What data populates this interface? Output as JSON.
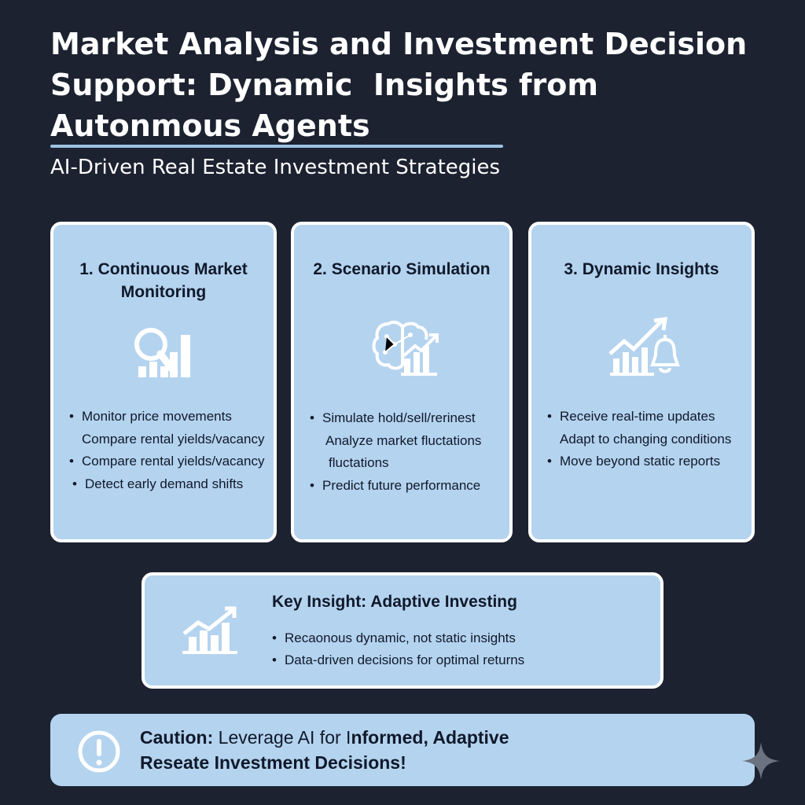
{
  "header": {
    "title_line1": "Market Analysis and Investment Decision",
    "title_line2": "Support: Dynamic  Insights from",
    "title_line3": "Autonmous Agents",
    "subtitle": "AI-Driven Real Estate Investment Strategies"
  },
  "cards": [
    {
      "title_line1": "1. Continuous Market",
      "title_line2": "Monitoring",
      "icon": "magnifier-bar-chart-icon",
      "bullets": [
        "Monitor price movements",
        "Compare rental yields/vacancy",
        "Compare rental yields/vacancy",
        "Detect early demand shifts"
      ]
    },
    {
      "title_line1": "2. Scenario Simulation",
      "icon": "brain-chart-icon",
      "bullets": [
        "Simulate hold/sell/rerinest",
        "Analyze market fluctations",
        "fluctations",
        "Predict future performance"
      ]
    },
    {
      "title_line1": "3. Dynamic Insights",
      "icon": "trend-chart-bell-icon",
      "bullets": [
        "Receive real-time updates",
        "Adapt to changing conditions",
        "Move beyond static reports"
      ]
    }
  ],
  "insight": {
    "title": "Key Insight: Adaptive Investing",
    "icon": "growth-chart-icon",
    "bullets": [
      "Recaonous dynamic, not static insights",
      "Data-driven decisions for optimal returns"
    ]
  },
  "caution": {
    "icon": "exclamation-circle-icon",
    "label": "Caution:",
    "text_a": "Leverage AI for I",
    "text_b": "nformed, Adaptive",
    "line2": "Reseate Investment Decisions!"
  },
  "colors": {
    "background": "#1c2230",
    "card_fill": "#b4d3ef",
    "accent_rule": "#9cc1e2",
    "text_dark": "#10192a"
  }
}
